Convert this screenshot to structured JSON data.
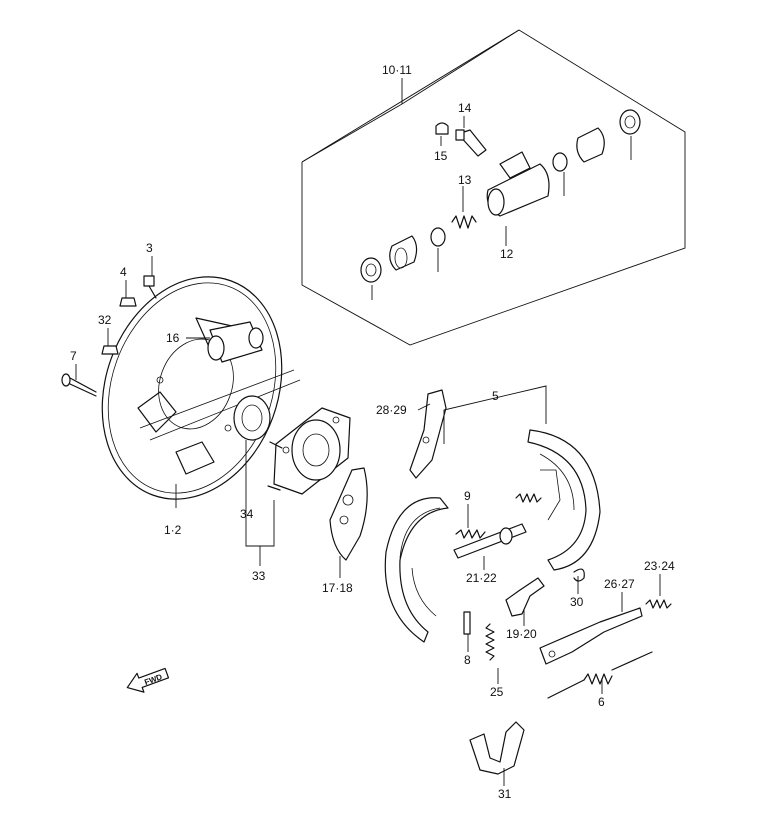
{
  "callouts": {
    "c10_11": "10·11",
    "c14": "14",
    "c15": "15",
    "c13": "13",
    "c12": "12",
    "c3": "3",
    "c4": "4",
    "c32": "32",
    "c16": "16",
    "c7": "7",
    "c28_29": "28·29",
    "c5": "5",
    "c9": "9",
    "c1_2": "1·2",
    "c34": "34",
    "c33": "33",
    "c17_18": "17·18",
    "c21_22": "21·22",
    "c30": "30",
    "c23_24": "23·24",
    "c26_27": "26·27",
    "c19_20": "19·20",
    "c8": "8",
    "c25": "25",
    "c6": "6",
    "c31": "31"
  },
  "fwd_label": "FWD"
}
